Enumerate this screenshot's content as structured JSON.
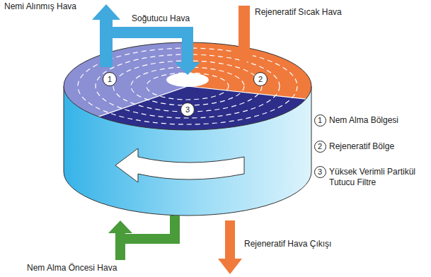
{
  "diagram": {
    "nodes": [
      {
        "text": [
          "1"
        ]
      },
      {
        "text": [
          "2"
        ]
      },
      {
        "text": [
          "3"
        ]
      },
      {
        "text": [
          "1"
        ]
      },
      {
        "text": [
          "2"
        ]
      },
      {
        "text": [
          "3"
        ]
      }
    ],
    "labels": [
      "Nemi Alınmış Hava",
      "Soğutucu Hava",
      "Rejeneratif Sıcak Hava",
      "Nem Alma Bölgesi",
      "Rejeneratif Bölge",
      "Yüksek Verimli Partikül Tutucu Filtre",
      "Rejeneratif Hava Çıkışı",
      "Nem Alma Öncesi Hava"
    ]
  }
}
